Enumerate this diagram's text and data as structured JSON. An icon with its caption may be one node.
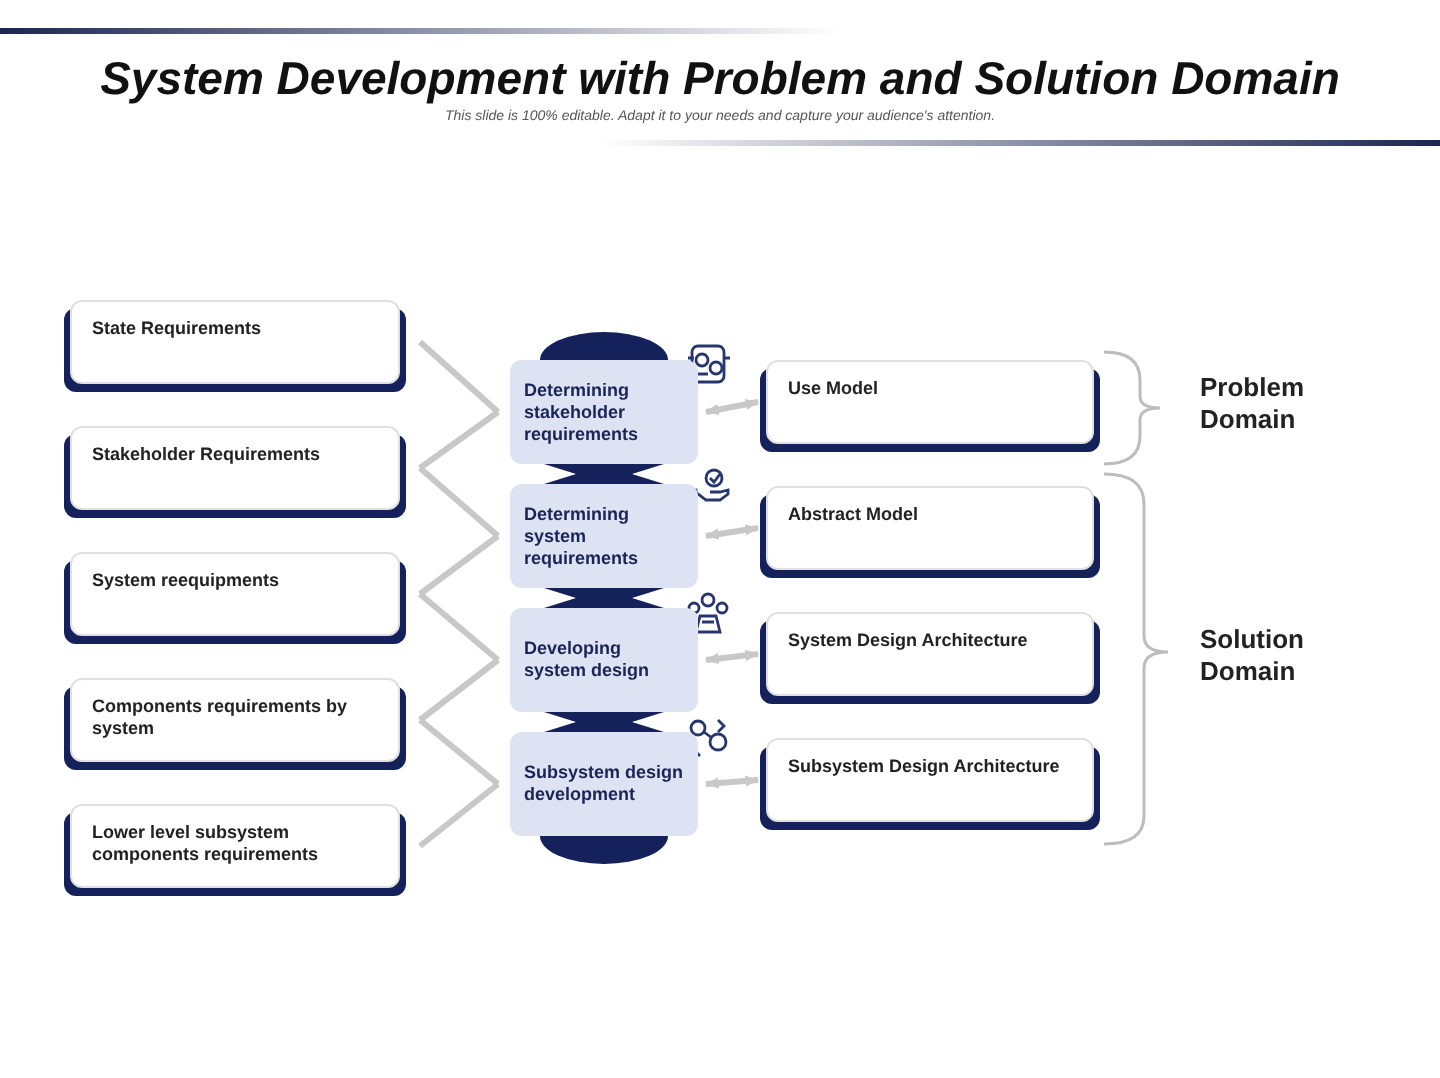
{
  "diagram": {
    "title": "System Development with Problem and Solution Domain",
    "nodes": [
      {
        "text": [
          "State Requirements"
        ]
      },
      {
        "text": [
          "Stakeholder Requirements"
        ]
      },
      {
        "text": [
          "System reequipments"
        ]
      },
      {
        "text": [
          "Components requirements by system"
        ]
      },
      {
        "text": [
          "Lower level subsystem components requirements"
        ]
      },
      {
        "text": [
          "Determining stakeholder requirements"
        ]
      },
      {
        "text": [
          "Determining system requirements"
        ]
      },
      {
        "text": [
          "Developing system design"
        ]
      },
      {
        "text": [
          "Subsystem design development"
        ]
      },
      {
        "text": [
          "Use Model"
        ]
      },
      {
        "text": [
          "Abstract Model"
        ]
      },
      {
        "text": [
          "System Design Architecture"
        ]
      },
      {
        "text": [
          "Subsystem Design Architecture"
        ]
      }
    ],
    "edges": [
      {
        "from": 0,
        "to": 5,
        "arrow": "none"
      },
      {
        "from": 1,
        "to": 5,
        "arrow": "none"
      },
      {
        "from": 1,
        "to": 6,
        "arrow": "none"
      },
      {
        "from": 2,
        "to": 6,
        "arrow": "none"
      },
      {
        "from": 2,
        "to": 7,
        "arrow": "none"
      },
      {
        "from": 3,
        "to": 7,
        "arrow": "none"
      },
      {
        "from": 3,
        "to": 8,
        "arrow": "none"
      },
      {
        "from": 4,
        "to": 8,
        "arrow": "none"
      },
      {
        "from": 5,
        "to": 9,
        "arrow": "both"
      },
      {
        "from": 6,
        "to": 10,
        "arrow": "both"
      },
      {
        "from": 7,
        "to": 11,
        "arrow": "both"
      },
      {
        "from": 8,
        "to": 12,
        "arrow": "both"
      }
    ],
    "labels": [
      "This slide is 100% editable. Adapt it to your needs and capture your audience's attention.",
      "Problem Domain",
      "Solution Domain"
    ]
  }
}
